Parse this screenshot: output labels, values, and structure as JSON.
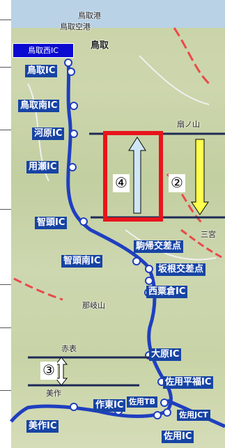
{
  "places": {
    "port": "鳥取港",
    "airport": "鳥取空港",
    "city": "鳥取",
    "mountain": "扇ノ山",
    "misasa": "三宮",
    "nagi": "那岐山",
    "akaishi": "赤表",
    "mimasaka": "美作"
  },
  "top_box": "鳥取西IC",
  "labels": {
    "tottori_ic": "鳥取IC",
    "tottori_minami": "鳥取南IC",
    "kawahara": "河原IC",
    "mochigase": "用瀬IC",
    "chizu": "智頭IC",
    "chizu_minami": "智頭南IC",
    "komagaeri": "駒帰交差点",
    "sakane": "坂根交差点",
    "nishi_awakura": "西粟倉IC",
    "ohara": "大原IC",
    "sayo_hirafuku": "佐用平福IC",
    "sakuto": "作東IC",
    "sayo_tb": "佐用TB",
    "sayo_jct": "佐用JCT",
    "mimasaka_ic": "美作IC",
    "sayo_ic": "佐用IC"
  },
  "markers": {
    "m2": "②",
    "m3": "③",
    "m4": "④"
  },
  "colors": {
    "route": "#1f3fbf",
    "label_bg": "#1744a4",
    "red_box": "#e8141b",
    "yellow_arrow": "#ffff4d",
    "blue_arrow": "#cfe6f5",
    "band_line": "#1e2a55"
  }
}
